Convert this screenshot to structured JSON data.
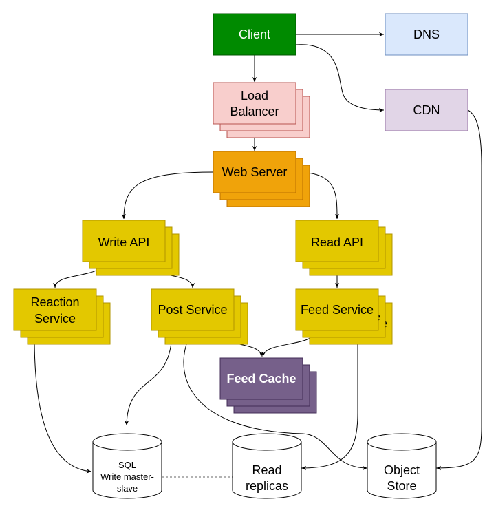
{
  "nodes": {
    "client": {
      "label": "Client",
      "fill": "#008a00",
      "stroke": "#005700",
      "text_color": "#ffffff"
    },
    "dns": {
      "label": "DNS",
      "fill": "#dae8fc",
      "stroke": "#6c8ebf"
    },
    "cdn": {
      "label": "CDN",
      "fill": "#e1d5e7",
      "stroke": "#9673a6"
    },
    "load_balancer": {
      "label_line1": "Load",
      "label_line2": "Balancer",
      "fill": "#f8cecc",
      "stroke": "#b85450"
    },
    "web_server": {
      "label": "Web Server",
      "fill": "#f0a30a",
      "stroke": "#bd7000"
    },
    "write_api": {
      "label": "Write API",
      "fill": "#e3c800",
      "stroke": "#b09500"
    },
    "read_api": {
      "label": "Read API",
      "fill": "#e3c800",
      "stroke": "#b09500"
    },
    "reaction_service": {
      "label_line1": "Reaction",
      "label_line2": "Service",
      "fill": "#e3c800",
      "stroke": "#b09500"
    },
    "post_service": {
      "label": "Post Service",
      "fill": "#e3c800",
      "stroke": "#b09500"
    },
    "feed_service": {
      "label": "Feed Service",
      "fill": "#e3c800",
      "stroke": "#b09500"
    },
    "feed_cache": {
      "label": "Feed Cache",
      "fill": "#76608a",
      "stroke": "#432d57",
      "text_color": "#ffffff"
    },
    "sql": {
      "label_line1": "SQL",
      "label_line2": "Write master-",
      "label_line3": "slave"
    },
    "read_replicas": {
      "label_line1": "Read",
      "label_line2": "replicas"
    },
    "object_store": {
      "label_line1": "Object",
      "label_line2": "Store"
    }
  },
  "edge_color": "#000000",
  "replication_link_color": "#666666"
}
